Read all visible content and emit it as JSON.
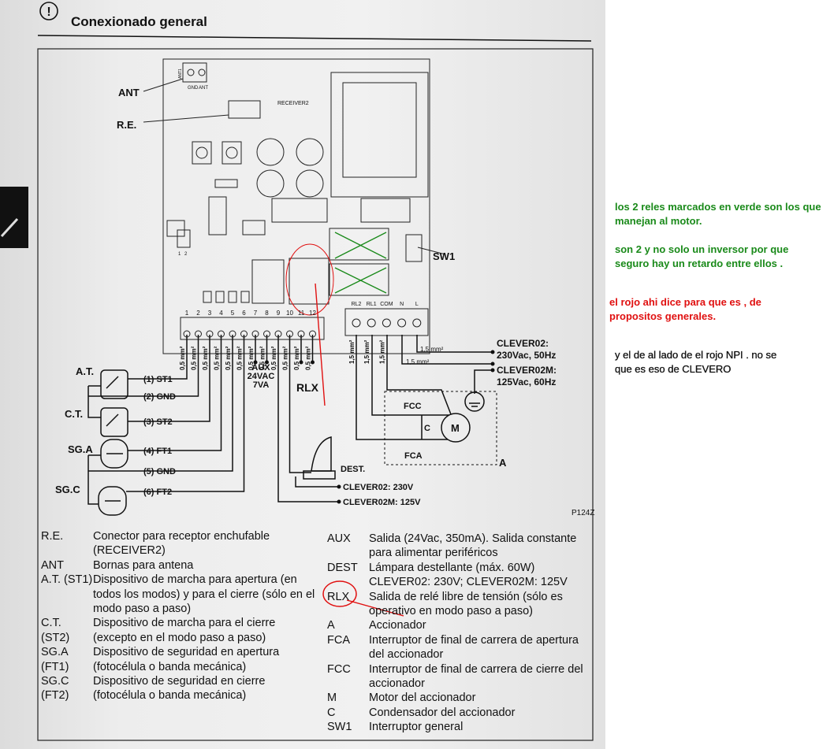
{
  "page_title": "Conexionado general",
  "colors": {
    "annotation_green": "#1a8a1a",
    "annotation_red": "#e01010",
    "ink": "#111111"
  },
  "board": {
    "ant_label": "ANT",
    "re_label": "R.E.",
    "ant1_label": "ANT1",
    "gnd_small": "GND",
    "ant_small": "ANT",
    "receiver_label": "RECEIVER2",
    "sw1_label": "SW1",
    "dip_labels": [
      "1",
      "2"
    ],
    "terminals": [
      "1",
      "2",
      "3",
      "4",
      "5",
      "6",
      "7",
      "8",
      "9",
      "10",
      "11",
      "12"
    ],
    "power_terminals": [
      "RL2",
      "RL1",
      "COM",
      "N",
      "L"
    ]
  },
  "wiring": {
    "wire_gauge_small": "0,5 mm²",
    "wire_gauge_large": "1,5 mm²",
    "inputs": [
      {
        "device": "A.T.",
        "wire": "(1) ST1"
      },
      {
        "device": "",
        "wire": "(2) GND"
      },
      {
        "device": "C.T.",
        "wire": "(3) ST2"
      },
      {
        "device": "SG.A",
        "wire": "(4) FT1"
      },
      {
        "device": "",
        "wire": "(5) GND"
      },
      {
        "device": "SG.C",
        "wire": "(6) FT2"
      }
    ],
    "aux_label": [
      "AUX",
      "24VAC",
      "7VA"
    ],
    "rlx_label": "RLX",
    "dest_label": "DEST.",
    "dest_230": "CLEVER02: 230V",
    "dest_125": "CLEVER02M: 125V",
    "supply_230": [
      "CLEVER02:",
      "230Vac, 50Hz"
    ],
    "supply_125": [
      "CLEVER02M:",
      "125Vac, 60Hz"
    ],
    "fcc": "FCC",
    "fca": "FCA",
    "cap": "C",
    "motor": "M",
    "actuator": "A",
    "figure_code": "P124Z"
  },
  "legend_left": [
    {
      "key": "R.E.",
      "desc": "Conector para receptor enchufable (RECEIVER2)"
    },
    {
      "key": "ANT",
      "desc": "Bornas para antena"
    },
    {
      "key": "A.T. (ST1)",
      "desc": "Dispositivo de marcha para apertura (en todos los modos) y para el cierre (sólo en el modo paso a paso)"
    },
    {
      "key": "C.T. (ST2)",
      "desc": "Dispositivo de marcha para el cierre (excepto en el modo paso a paso)"
    },
    {
      "key": "SG.A (FT1)",
      "desc": "Dispositivo de seguridad en apertura (fotocélula o banda mecánica)"
    },
    {
      "key": "SG.C (FT2)",
      "desc": "Dispositivo de seguridad en cierre (fotocélula o banda mecánica)"
    }
  ],
  "legend_right": [
    {
      "key": "AUX",
      "desc": "Salida (24Vac, 350mA). Salida constante para alimentar periféricos"
    },
    {
      "key": "DEST",
      "desc": "Lámpara destellante (máx. 60W) CLEVER02: 230V; CLEVER02M: 125V"
    },
    {
      "key": "RLX",
      "desc": "Salida de relé libre de tensión (sólo es operativo en modo paso a paso)"
    },
    {
      "key": "A",
      "desc": "Accionador"
    },
    {
      "key": "FCA",
      "desc": "Interruptor de final de carrera de apertura del accionador"
    },
    {
      "key": "FCC",
      "desc": "Interruptor de final de carrera de cierre del accionador"
    },
    {
      "key": "M",
      "desc": "Motor del accionador"
    },
    {
      "key": "C",
      "desc": "Condensador del accionador"
    },
    {
      "key": "SW1",
      "desc": "Interruptor general"
    }
  ],
  "annotations": {
    "green_1": "los 2 reles marcados en verde son los que manejan al motor.",
    "green_2": "son 2 y no solo un inversor por que seguro hay un retardo entre ellos .",
    "red": "el rojo ahi dice para que es , de propositos generales.",
    "black": "y el de al lado de el rojo NPI . no se que es eso de CLEVERO"
  }
}
